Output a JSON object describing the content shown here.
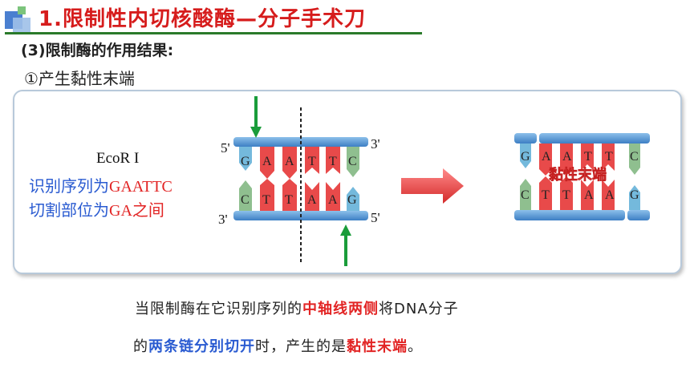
{
  "title": "1.限制性内切核酸酶—分子手术刀",
  "section_heading": "(3)限制酶的作用结果:",
  "subheading": "①产生黏性末端",
  "enzyme": {
    "name": "EcoR I",
    "recognition_label": "识别序列为",
    "recognition_seq": "GAATTC",
    "cut_label": "切割部位为",
    "cut_site": "GA之间"
  },
  "strand_labels": {
    "five_prime": "5'",
    "three_prime": "3'"
  },
  "top_bases": [
    "G",
    "A",
    "A",
    "T",
    "T",
    "C"
  ],
  "bottom_bases": [
    "C",
    "T",
    "T",
    "A",
    "A",
    "G"
  ],
  "sticky_end_label": "黏性末端",
  "caption": {
    "line1_a": "当限制酶在它识别序列的",
    "line1_b": "中轴线两侧",
    "line1_c": "将DNA分子",
    "line2_a": "的",
    "line2_b": "两条链分别切开",
    "line2_c": "时，产生的是",
    "line2_d": "黏性末端",
    "line2_e": "。"
  },
  "colors": {
    "title": "#d61c1c",
    "strand": "#5b9bd5",
    "purine": "#e84a4a",
    "pyrimidine_g": "#74b9dc",
    "pyrimidine_c": "#8fbf8f",
    "arrow_green": "#1a9c3a",
    "blue_text": "#2a5bd1",
    "red_text": "#e22424"
  },
  "icons": [
    "title-squares-icon",
    "cut-arrow-down-icon",
    "cut-arrow-up-icon",
    "right-arrow-icon"
  ]
}
